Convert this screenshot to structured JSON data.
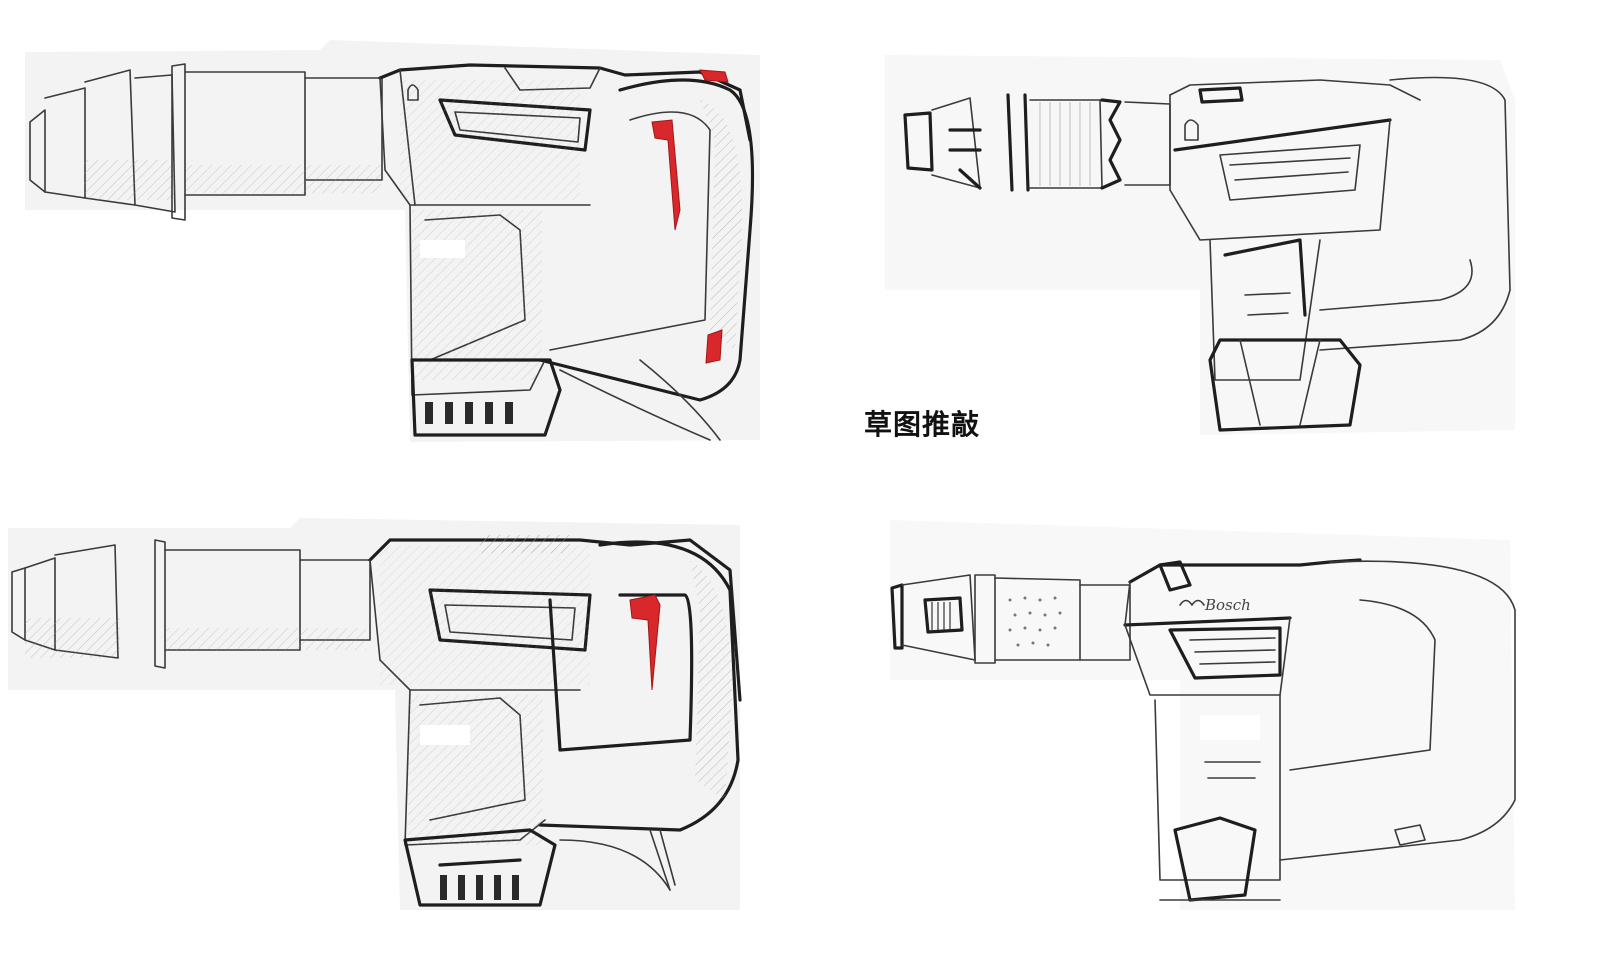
{
  "caption": "草图推敲",
  "sketches": [
    {
      "id": "sketch-top-left",
      "subject": "demolition hammer concept A",
      "accent_color": "#d8282b",
      "accent_parts": [
        "trigger",
        "handle-top-tip",
        "handle-rear-button"
      ]
    },
    {
      "id": "sketch-top-right",
      "subject": "demolition hammer concept B",
      "accent_color": null
    },
    {
      "id": "sketch-bottom-left",
      "subject": "demolition hammer concept C",
      "accent_color": "#d8282b",
      "accent_parts": [
        "trigger"
      ]
    },
    {
      "id": "sketch-bottom-right",
      "subject": "demolition hammer concept D",
      "accent_color": null,
      "handwritten_label": "Bosch"
    }
  ],
  "colors": {
    "background": "#ffffff",
    "paper": "#f3f3f3",
    "pencil": "#2a2a2a",
    "accent_red": "#d8282b"
  }
}
